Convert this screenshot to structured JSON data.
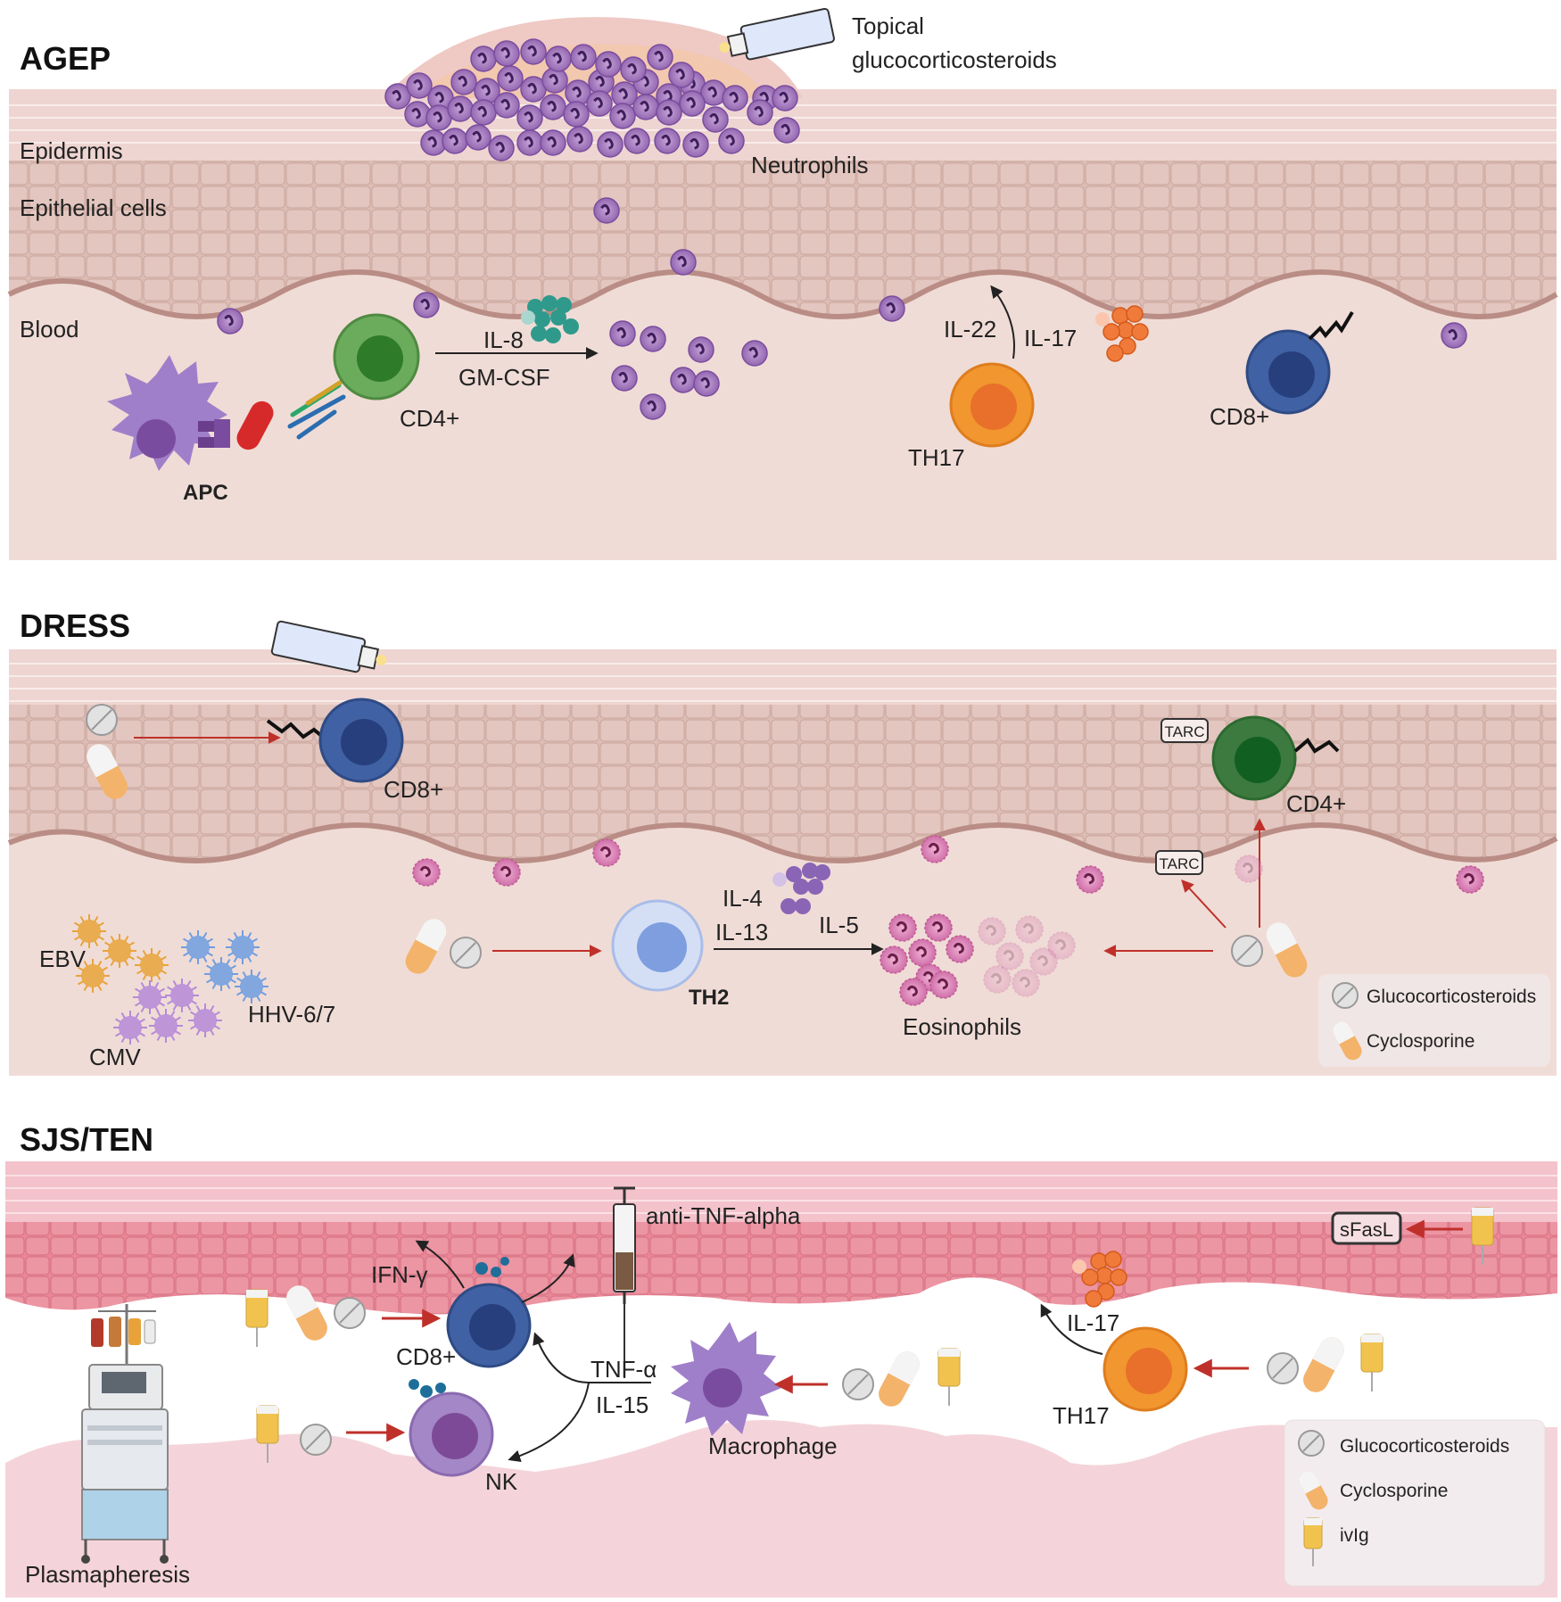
{
  "agep": {
    "title": "AGEP",
    "topical": [
      "Topical",
      "glucocorticosteroids"
    ],
    "epidermis": "Epidermis",
    "epithelial": "Epithelial cells",
    "blood": "Blood",
    "neutrophils": "Neutrophils",
    "il8": "IL-8",
    "gmcsf": "GM-CSF",
    "cd4": "CD4+",
    "apc": "APC",
    "il22": "IL-22",
    "il17": "IL-17",
    "th17": "TH17",
    "cd8": "CD8+"
  },
  "dress": {
    "title": "DRESS",
    "cd8": "CD8+",
    "tarc": "TARC",
    "cd4": "CD4+",
    "ebv": "EBV",
    "hhv": "HHV-6/7",
    "cmv": "CMV",
    "il4": "IL-4",
    "il13": "IL-13",
    "il5": "IL-5",
    "th2": "TH2",
    "eosinophils": "Eosinophils",
    "legend": [
      "Glucocorticosteroids",
      "Cyclosporine"
    ]
  },
  "sjs": {
    "title": "SJS/TEN",
    "anti_tnf": "anti-TNF-alpha",
    "ifn": "IFN-γ",
    "cd8": "CD8+",
    "tnf": "TNF-α",
    "il15": "IL-15",
    "nk": "NK",
    "macrophage": "Macrophage",
    "il17": "IL-17",
    "th17": "TH17",
    "sfasl": "sFasL",
    "plasmapheresis": "Plasmapheresis",
    "legend": [
      "Glucocorticosteroids",
      "Cyclosporine",
      "ivIg"
    ]
  },
  "colors": {
    "skin_top": "#eed5d1",
    "skin_mid": "#e3c9c2",
    "epithelial": "#d9bab2",
    "blood": "#f0dcd6",
    "neutrophil": "#a57bbf",
    "eosinophil": "#d986b8",
    "cd4": "#4f9a45",
    "cd8": "#3d5a98",
    "th17": "#f0902c",
    "th2": "#7e9ee0",
    "sjs_skin": "#e8889a",
    "sjs_dermis": "#f4d4da",
    "arrow_red": "#c0302a"
  }
}
